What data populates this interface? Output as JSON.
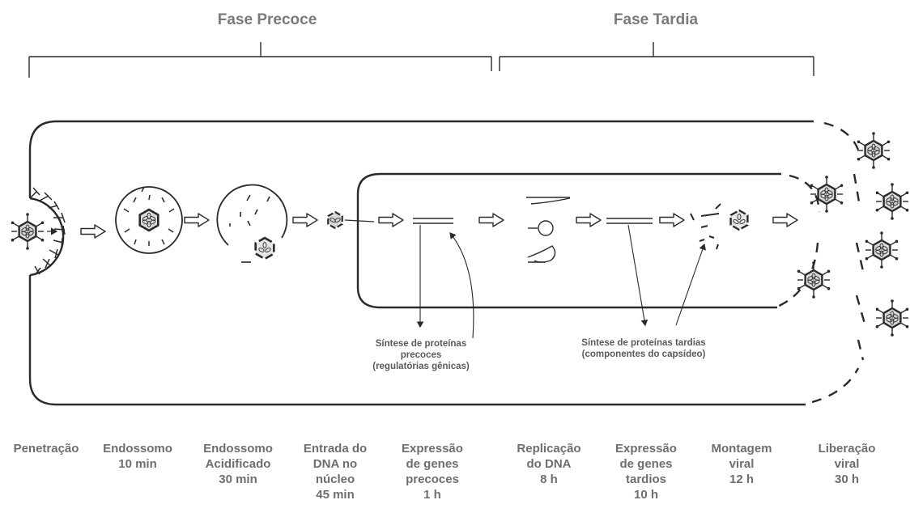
{
  "phases": {
    "early": "Fase Precoce",
    "late": "Fase Tardia"
  },
  "notes": {
    "early_synthesis": [
      "Síntese de proteínas",
      "precoces",
      "(regulatórias gênicas)"
    ],
    "late_synthesis": [
      "Síntese de proteínas tardias",
      "(componentes do capsídeo)"
    ]
  },
  "stages": [
    {
      "lines": [
        "Penetração"
      ]
    },
    {
      "lines": [
        "Endossomo",
        "10 min"
      ]
    },
    {
      "lines": [
        "Endossomo",
        "Acidificado",
        "30 min"
      ]
    },
    {
      "lines": [
        "Entrada do",
        "DNA no",
        "núcleo",
        "45 min"
      ]
    },
    {
      "lines": [
        "Expressão",
        "de genes",
        "precoces",
        "1 h"
      ]
    },
    {
      "lines": [
        "Replicação",
        "do DNA",
        "8 h"
      ]
    },
    {
      "lines": [
        "Expressão",
        "de genes",
        "tardios",
        "10 h"
      ]
    },
    {
      "lines": [
        "Montagem",
        "viral",
        "12 h"
      ]
    },
    {
      "lines": [
        "Liberação",
        "viral",
        "30 h"
      ]
    }
  ],
  "colors": {
    "ink": "#2a2a2a",
    "label": "#6e6e6e",
    "phase": "#7a7a7a"
  }
}
